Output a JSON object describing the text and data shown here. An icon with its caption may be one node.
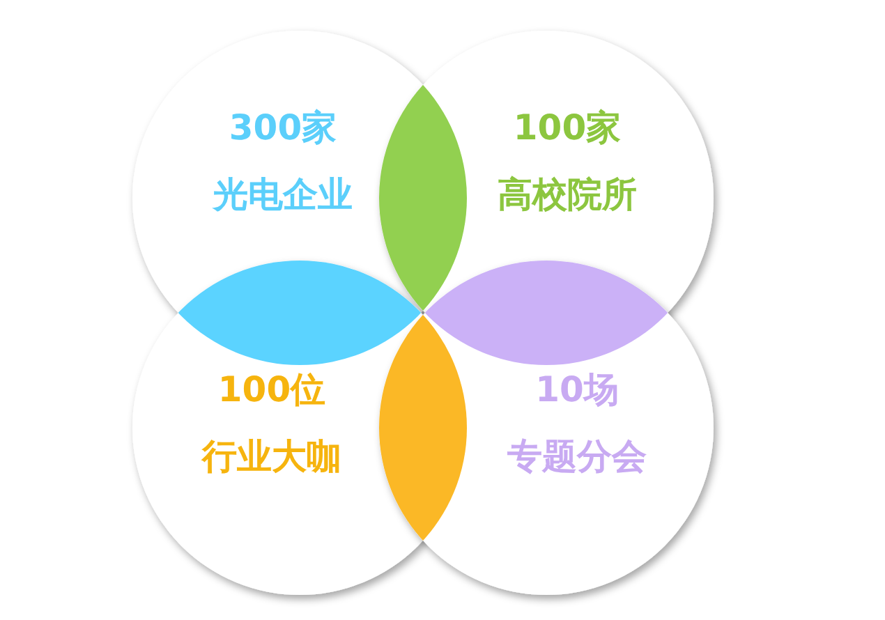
{
  "diagram": {
    "nodes": [
      {
        "text": [
          "300家",
          "光电企业"
        ]
      },
      {
        "text": [
          "100家",
          "高校院所"
        ]
      },
      {
        "text": [
          "100位",
          "行业大咖"
        ]
      },
      {
        "text": [
          "10场",
          "专题分会"
        ]
      }
    ]
  }
}
